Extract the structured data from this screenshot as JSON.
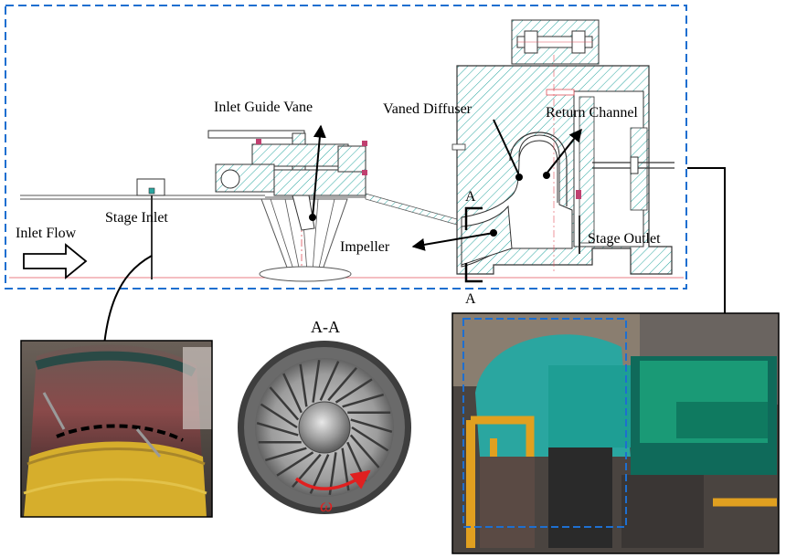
{
  "labels": {
    "inlet_guide_vane": "Inlet Guide Vane",
    "vaned_diffuser": "Vaned Diffuser",
    "return_channel": "Return Channel",
    "stage_inlet": "Stage Inlet",
    "inlet_flow": "Inlet Flow",
    "impeller": "Impeller",
    "stage_outlet": "Stage Outlet",
    "section_mark_top": "A",
    "section_mark_bottom": "A",
    "section_title": "A-A",
    "omega": "ω"
  },
  "colors": {
    "dashed_frame": "#1e6fd0",
    "hatch": "#2aa6a0",
    "centerline": "#e0505a",
    "rotation_arrow": "#e02020",
    "machine_teal": "#1e9e94",
    "pipe_yellow": "#e0a020",
    "tape_yellow": "#d8b030"
  }
}
